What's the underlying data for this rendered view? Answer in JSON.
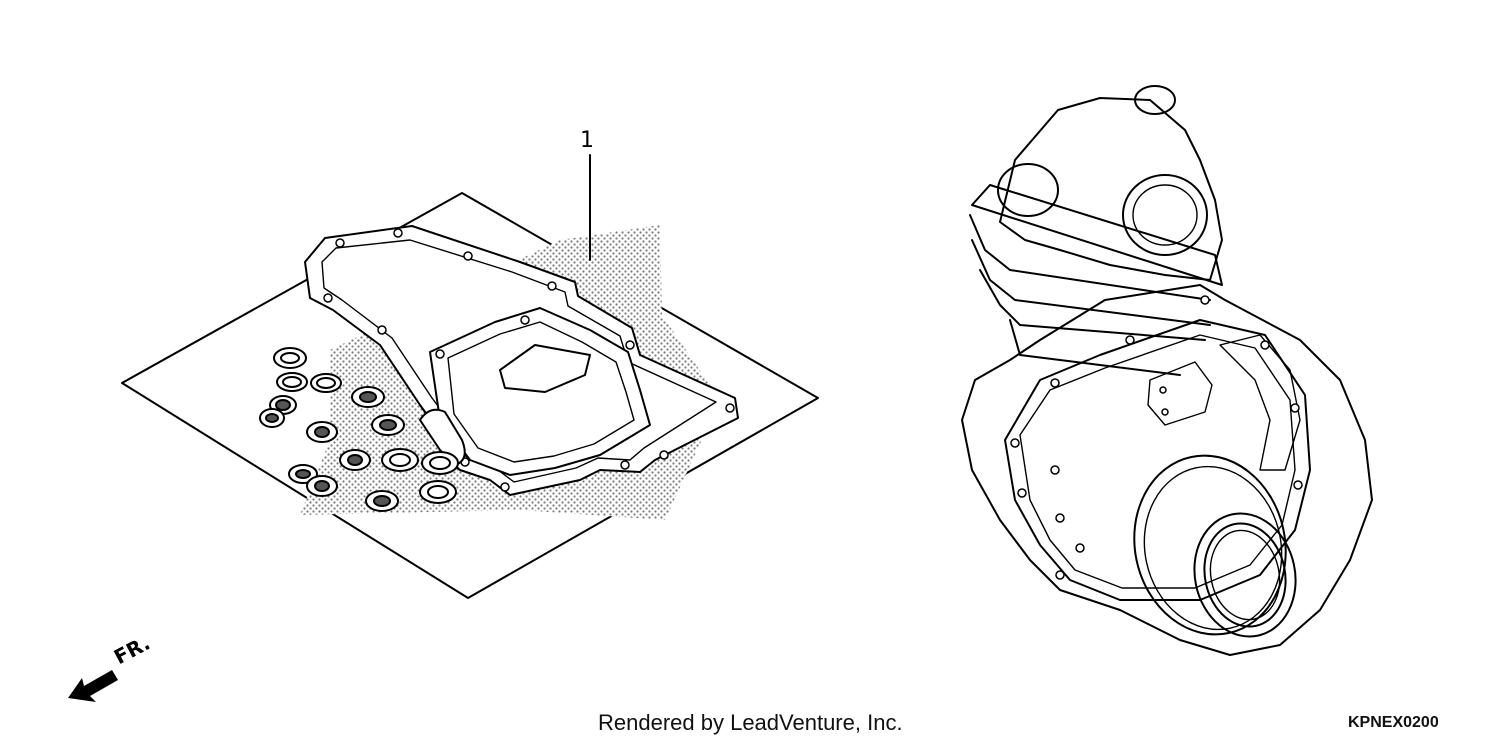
{
  "callout": {
    "number": "1"
  },
  "direction_label": "FR.",
  "credit": "Rendered by LeadVenture, Inc.",
  "diagram_code": "KPNEX0200",
  "icons": {
    "direction_arrow": "arrow-left-down-icon"
  },
  "colors": {
    "stroke": "#000000",
    "background": "#ffffff",
    "shade": "#8a8a8a"
  }
}
